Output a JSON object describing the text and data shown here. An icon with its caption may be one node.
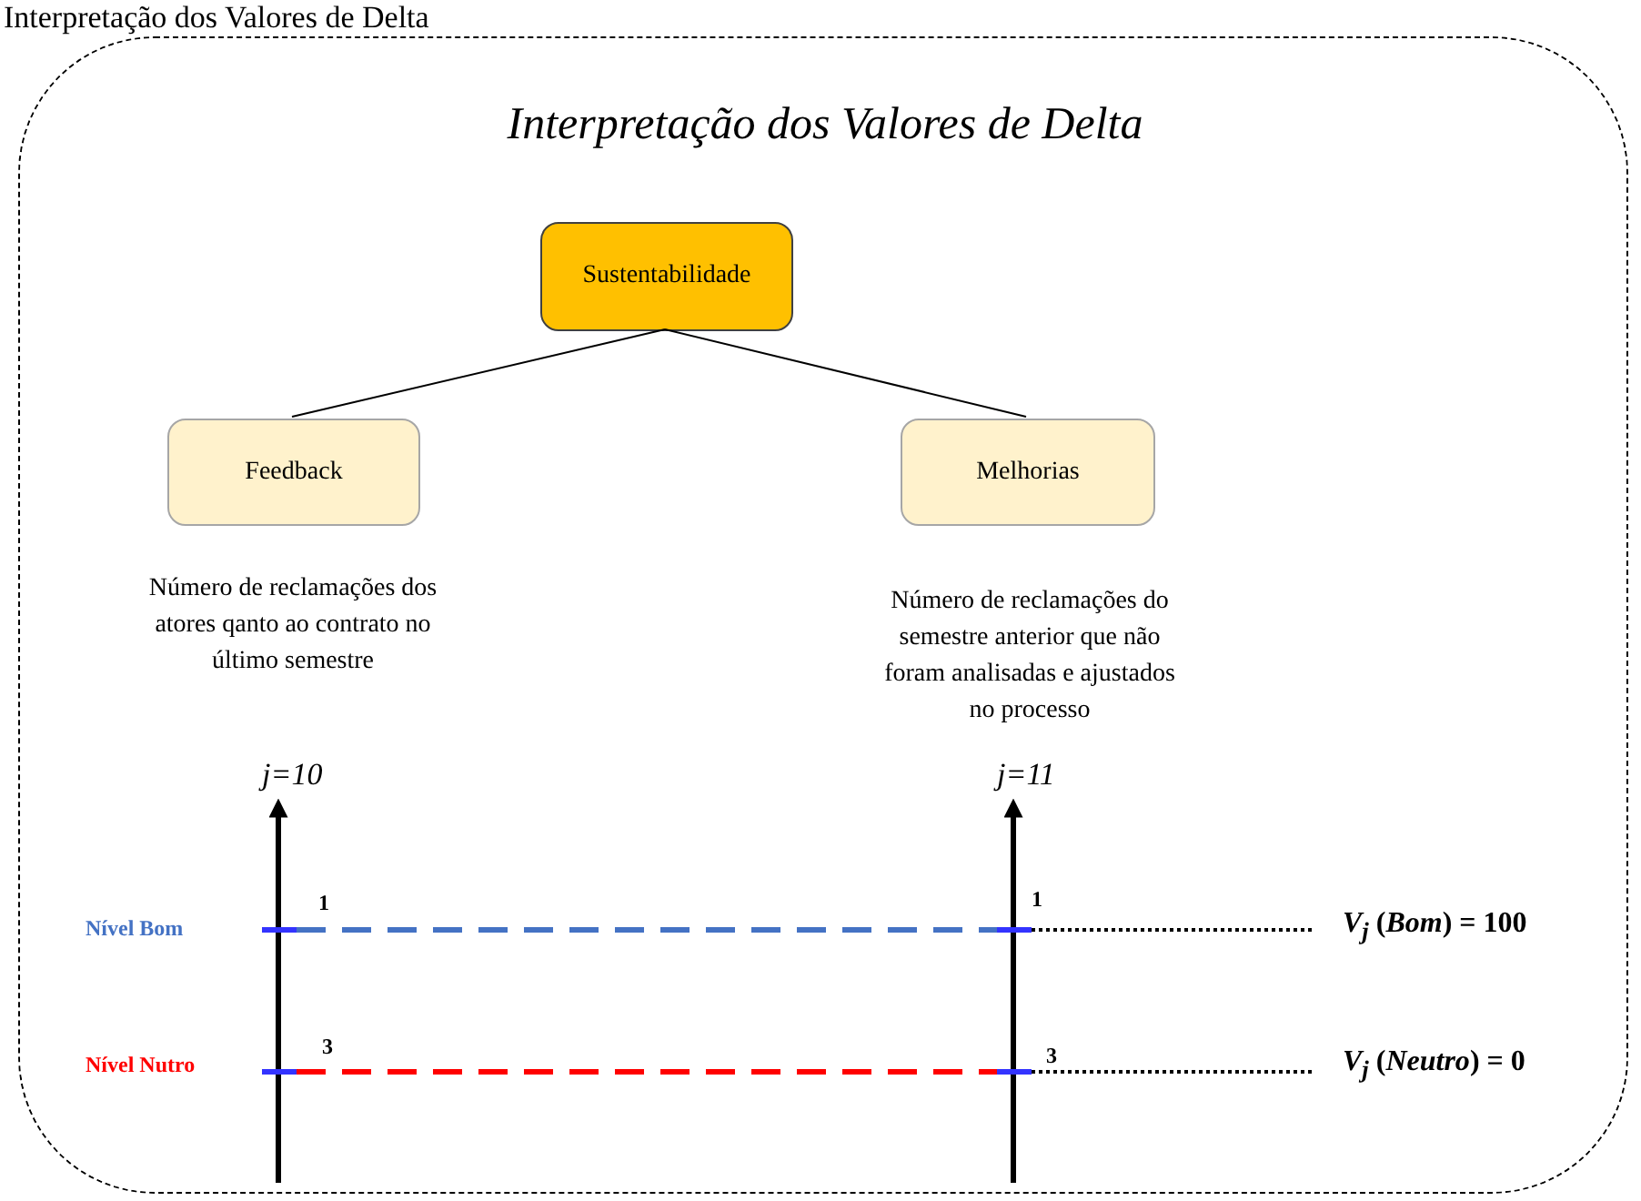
{
  "diagram": {
    "title": "Interpretação dos Valores de Delta",
    "nodes": [
      {
        "text": [
          "Interpretação dos Valores de Delta"
        ]
      },
      {
        "text": [
          "Sustentabilidade"
        ],
        "in": 0
      },
      {
        "text": [
          "Feedback"
        ],
        "in": 0,
        "beside": [
          "Número de reclamações dos atores qanto ao contrato no último semestre"
        ]
      },
      {
        "text": [
          "Melhorias"
        ],
        "in": 0,
        "beside": [
          "Número de reclamações do semestre anterior que não foram analisadas e ajustados no processo"
        ]
      }
    ],
    "edges": [
      {
        "from": 1,
        "to": 2,
        "arrow": "none"
      },
      {
        "from": 1,
        "to": 3,
        "arrow": "none"
      }
    ],
    "labels": [
      "j=10",
      "j=11",
      "Nível Bom",
      "1",
      "1",
      "*V*$_{j}$ (*Bom*) = 100",
      "Nível Nutro",
      "3",
      "3",
      "*V*$_{j}$ (*Neutro*) = 0"
    ]
  }
}
